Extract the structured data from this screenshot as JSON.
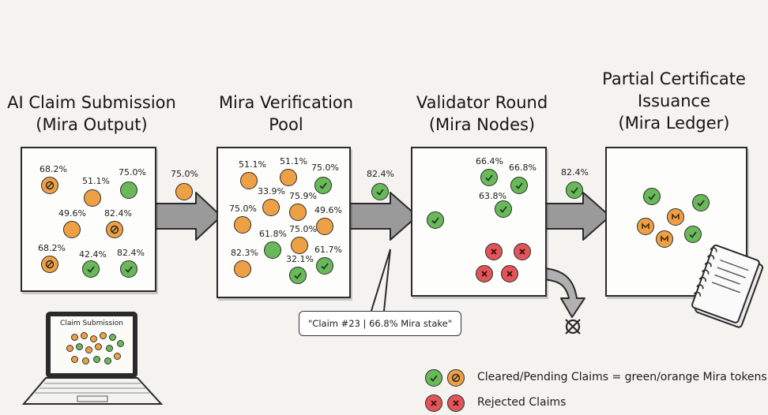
{
  "stages": [
    {
      "title_line1": "AI Claim Submission",
      "title_line2": "(Mira Output)"
    },
    {
      "title_line1": "Mira Verification",
      "title_line2": "Pool"
    },
    {
      "title_line1": "Validator Round",
      "title_line2": "(Mira Nodes)"
    },
    {
      "title_line1": "Partial Certificate",
      "title_line2": "Issuance",
      "title_line3": "(Mira Ledger)"
    }
  ],
  "box1_labels": [
    "68.2%",
    "51.1%",
    "75.0%",
    "49.6%",
    "82.4%",
    "68.2%",
    "42.4%",
    "82.4%"
  ],
  "box2_labels": [
    "51.1%",
    "51.1%",
    "75.0%",
    "33.9%",
    "75.9%",
    "75.0%",
    "49.6%",
    "61.8%",
    "75.0%",
    "82.3%",
    "32.1%",
    "61.7%"
  ],
  "box3_labels": [
    "66.4%",
    "66.8%",
    "63.8%"
  ],
  "arrow_labels": [
    "75.0%",
    "82.4%",
    "82.4%"
  ],
  "callout": "\"Claim #23 | 66.8% Mira stake\"",
  "laptop_caption": "Claim Submission",
  "legend": {
    "cleared": "Cleared/Pending Claims = green/orange Mira tokens",
    "rejected": "Rejected Claims"
  },
  "colors": {
    "green": "#69b85a",
    "orange": "#eea045",
    "red": "#e0555a",
    "ink": "#2a2a2a"
  }
}
